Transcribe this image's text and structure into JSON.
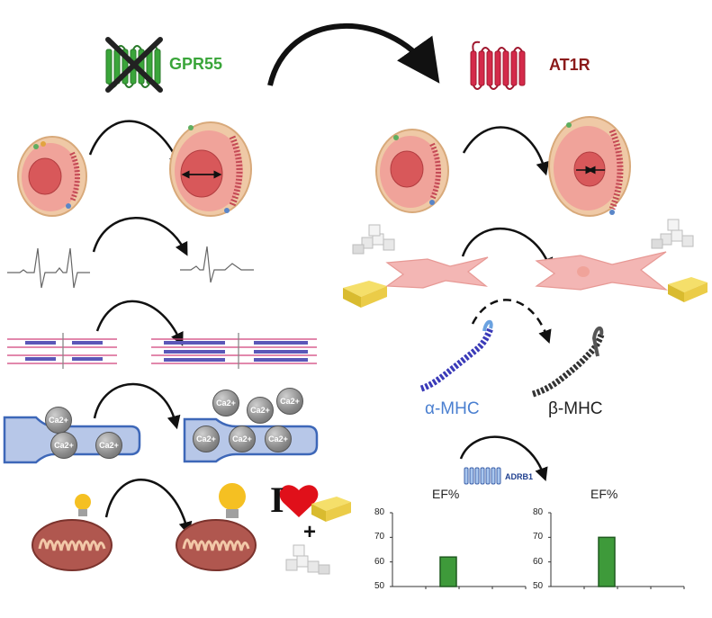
{
  "receptors": {
    "left": {
      "label": "GPR55",
      "color": "#3aa53a"
    },
    "right": {
      "label": "AT1R",
      "color": "#8b1a1a",
      "stroke": "#d42a4a"
    }
  },
  "mhc": {
    "alpha": {
      "label": "α-MHC",
      "color": "#4a7fd0"
    },
    "beta": {
      "label": "β-MHC",
      "color": "#222222"
    }
  },
  "adrb1": {
    "label": "ADRB1",
    "color": "#1f3f8f"
  },
  "ion_label": "Ca2+",
  "symbols": {
    "i_letter": "I",
    "plus": "+"
  },
  "colors": {
    "cell_outer": "#efc9a6",
    "cell_inner": "#f0a39a",
    "nucleus": "#d8585a",
    "mito": "#b0574f",
    "bulb": "#f5c022",
    "bar": "#3e9a3a"
  },
  "chart_data": [
    {
      "type": "bar",
      "title": "EF%",
      "categories": [
        ""
      ],
      "values": [
        62
      ],
      "ylim": [
        50,
        80
      ],
      "yticks": [
        50,
        60,
        70,
        80
      ]
    },
    {
      "type": "bar",
      "title": "EF%",
      "categories": [
        ""
      ],
      "values": [
        70
      ],
      "ylim": [
        50,
        80
      ],
      "yticks": [
        50,
        60,
        70,
        80
      ]
    }
  ]
}
